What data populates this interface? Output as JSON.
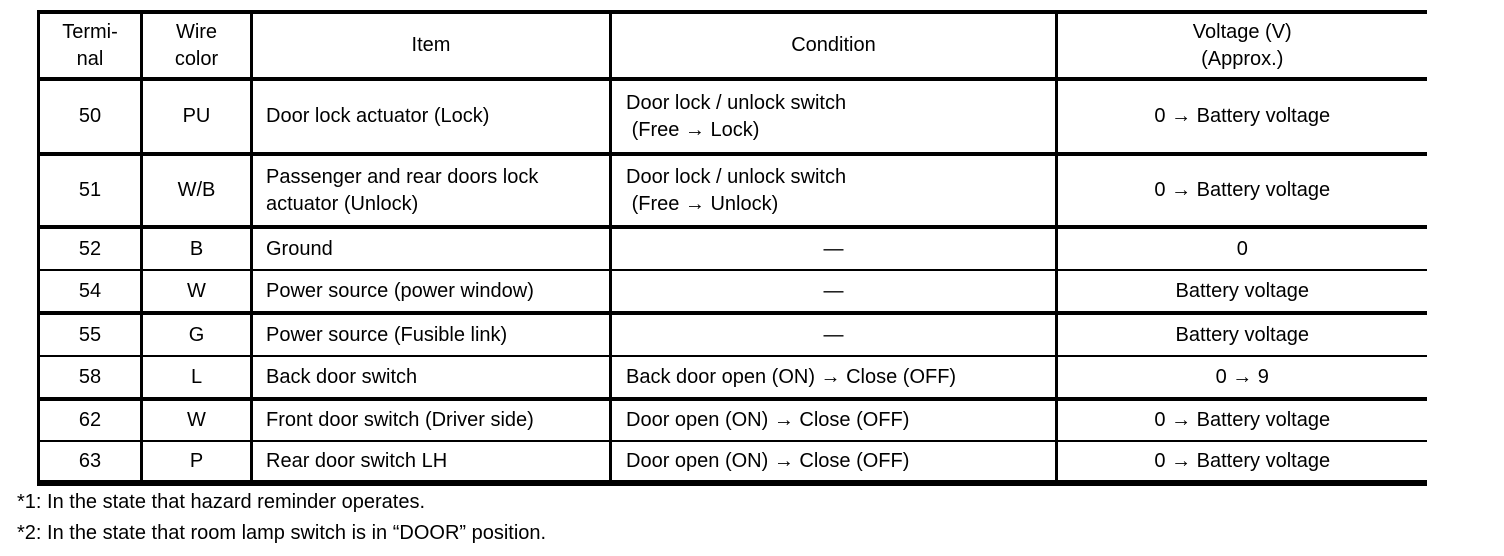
{
  "table": {
    "headers": [
      "Termi-\nnal",
      "Wire\ncolor",
      "Item",
      "Condition",
      "Voltage (V)\n(Approx.)"
    ],
    "rows": [
      {
        "terminal": "50",
        "wire_color": "PU",
        "item": "Door lock actuator (Lock)",
        "condition": "Door lock / unlock switch\n (Free → Lock)",
        "voltage": "0 → Battery voltage"
      },
      {
        "terminal": "51",
        "wire_color": "W/B",
        "item": "Passenger and rear doors lock actuator (Unlock)",
        "condition": "Door lock / unlock switch\n (Free → Unlock)",
        "voltage": "0 → Battery voltage"
      },
      {
        "terminal": "52",
        "wire_color": "B",
        "item": "Ground",
        "condition": "—",
        "voltage": "0"
      },
      {
        "terminal": "54",
        "wire_color": "W",
        "item": "Power source (power window)",
        "condition": "—",
        "voltage": "Battery voltage"
      },
      {
        "terminal": "55",
        "wire_color": "G",
        "item": "Power source (Fusible link)",
        "condition": "—",
        "voltage": "Battery voltage"
      },
      {
        "terminal": "58",
        "wire_color": "L",
        "item": "Back door switch",
        "condition": "Back door open (ON) → Close (OFF)",
        "voltage": "0 → 9"
      },
      {
        "terminal": "62",
        "wire_color": "W",
        "item": "Front door switch (Driver side)",
        "condition": "Door open (ON) → Close (OFF)",
        "voltage": "0 → Battery voltage"
      },
      {
        "terminal": "63",
        "wire_color": "P",
        "item": "Rear door switch LH",
        "condition": "Door open (ON) → Close (OFF)",
        "voltage": "0 → Battery voltage"
      }
    ]
  },
  "footnotes": [
    "*1: In the state that hazard reminder operates.",
    "*2: In the state that room lamp switch is in “DOOR” position."
  ]
}
